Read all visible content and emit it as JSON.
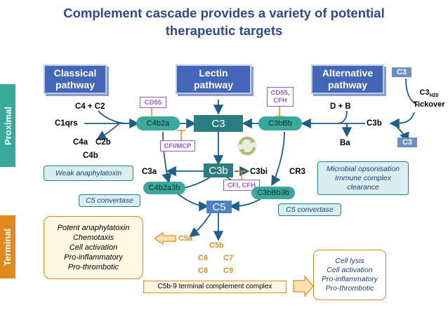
{
  "title": "Complement cascade provides a variety of potential therapeutic targets",
  "title_line1": "Complement cascade provides a variety of potential",
  "title_line2": "therapeutic targets",
  "side_labels": {
    "proximal": "Proximal",
    "terminal": "Terminal"
  },
  "pathways": {
    "classical_1": "Classical",
    "classical_2": "pathway",
    "lectin_1": "Lectin",
    "lectin_2": "pathway",
    "alternative_1": "Alternative",
    "alternative_2": "pathway"
  },
  "labels": {
    "c4_c2": "C4 + C2",
    "c1qrs": "C1qrs",
    "c4a": "C4a",
    "c2b": "C2b",
    "c4b": "C4b",
    "c4b2a": "C4b2a",
    "c3": "C3",
    "c3bbb": "C3bBb",
    "d_b": "D + B",
    "ba": "Ba",
    "c3b_right": "C3b",
    "c3a": "C3a",
    "c3b_center": "C3b",
    "c3bi": "C3bi",
    "cr3": "CR3",
    "c4b2a3b": "C4b2a3b",
    "c3bbb3b": "C3bBb3b",
    "c5": "C5",
    "c5a": "C5a",
    "c5b": "C5b",
    "c6": "C6",
    "c7": "C7",
    "c8": "C8",
    "c9": "C9",
    "c3_top": "C3",
    "c3_bottom": "C3",
    "c3h2o_main": "C3",
    "c3h2o_sub": "H20",
    "tickover": "Tickover"
  },
  "regulators": {
    "cd55": "CD55",
    "cfi_mcp": "CFI/MCP",
    "cd55_cfh_1": "CD55,",
    "cd55_cfh_2": "CFH",
    "cfi_cfh": "CFI, CFH"
  },
  "info": {
    "weak_anaphylatoxin": "Weak anaphylatoxin",
    "c5_convertase_left": "C5 convertase",
    "c5_convertase_right": "C5 convertase",
    "microbial_1": "Microbial opsonisation",
    "microbial_2": "Immune complex",
    "microbial_3": "clearance",
    "potent_1": "Potent anaphylatoxin",
    "potent_2": "Chemotaxis",
    "potent_3": "Cell activation",
    "potent_4": "Pro-inflammatory",
    "potent_5": "Pro-thrombotic",
    "lysis_1": "Cell lysis",
    "lysis_2": "Cell activation",
    "lysis_3": "Pro-inflammatory",
    "lysis_4": "Pro-thrombotic",
    "tcc": "C5b-9 terminal complement complex"
  },
  "colors": {
    "title": "#2e4a8c",
    "proximal_bar": "#3aa89a",
    "terminal_bar": "#e08a1e",
    "pathway_box": "#4466b8",
    "teal_node": "#3aa89a",
    "dark_teal_node": "#2a7d80",
    "regulator": "#9a5cc0",
    "orange_text": "#e08a1e"
  },
  "icons": {
    "recycle": "recycle-arrows-icon"
  }
}
